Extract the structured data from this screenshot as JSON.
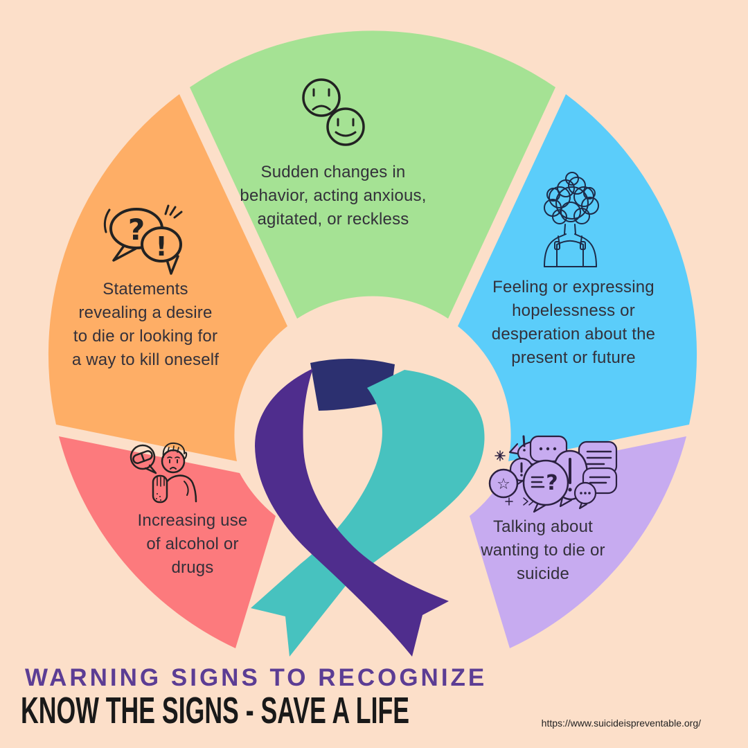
{
  "page": {
    "background": "#fcdfc9",
    "text_color": "#33303a"
  },
  "wheel": {
    "segments": [
      {
        "id": "sudden-changes",
        "color": "#a5e294",
        "icon": "two-mood-faces-icon",
        "lines": [
          "Sudden changes in",
          "behavior, acting anxious,",
          "agitated, or reckless"
        ]
      },
      {
        "id": "hopelessness",
        "color": "#5bcdfa",
        "icon": "tangled-thoughts-person-icon",
        "lines": [
          "Feeling or expressing",
          "hopelessness or",
          "desperation about the",
          "present or future"
        ]
      },
      {
        "id": "talking-about-death",
        "color": "#c7abf0",
        "icon": "speech-bubbles-cluster-icon",
        "lines": [
          "Talking about",
          "wanting to die or",
          "suicide"
        ],
        "glyphs": {
          "star": "☆",
          "exclaim": "!",
          "question": "?"
        }
      },
      {
        "id": "substance-use",
        "color": "#fc7a7d",
        "icon": "refusing-pills-person-icon",
        "lines": [
          "Increasing use",
          "of alcohol or",
          "drugs"
        ]
      },
      {
        "id": "statements",
        "color": "#feae66",
        "icon": "question-exclaim-bubbles-icon",
        "lines": [
          "Statements",
          "revealing a desire",
          "to die or looking for",
          "a way to kill oneself"
        ],
        "glyphs": {
          "question": "?",
          "exclaim": "!"
        }
      }
    ]
  },
  "ribbon": {
    "name": "suicide-prevention-awareness-ribbon",
    "teal": "#47c2bf",
    "purple": "#4f2d8d",
    "navy": "#2c3070"
  },
  "footer": {
    "title": "WARNING SIGNS TO RECOGNIZE",
    "title_color": "#5c3d94",
    "subtitle": "KNOW THE SIGNS - SAVE A LIFE",
    "subtitle_color": "#191919",
    "url": "https://www.suicideispreventable.org/"
  }
}
